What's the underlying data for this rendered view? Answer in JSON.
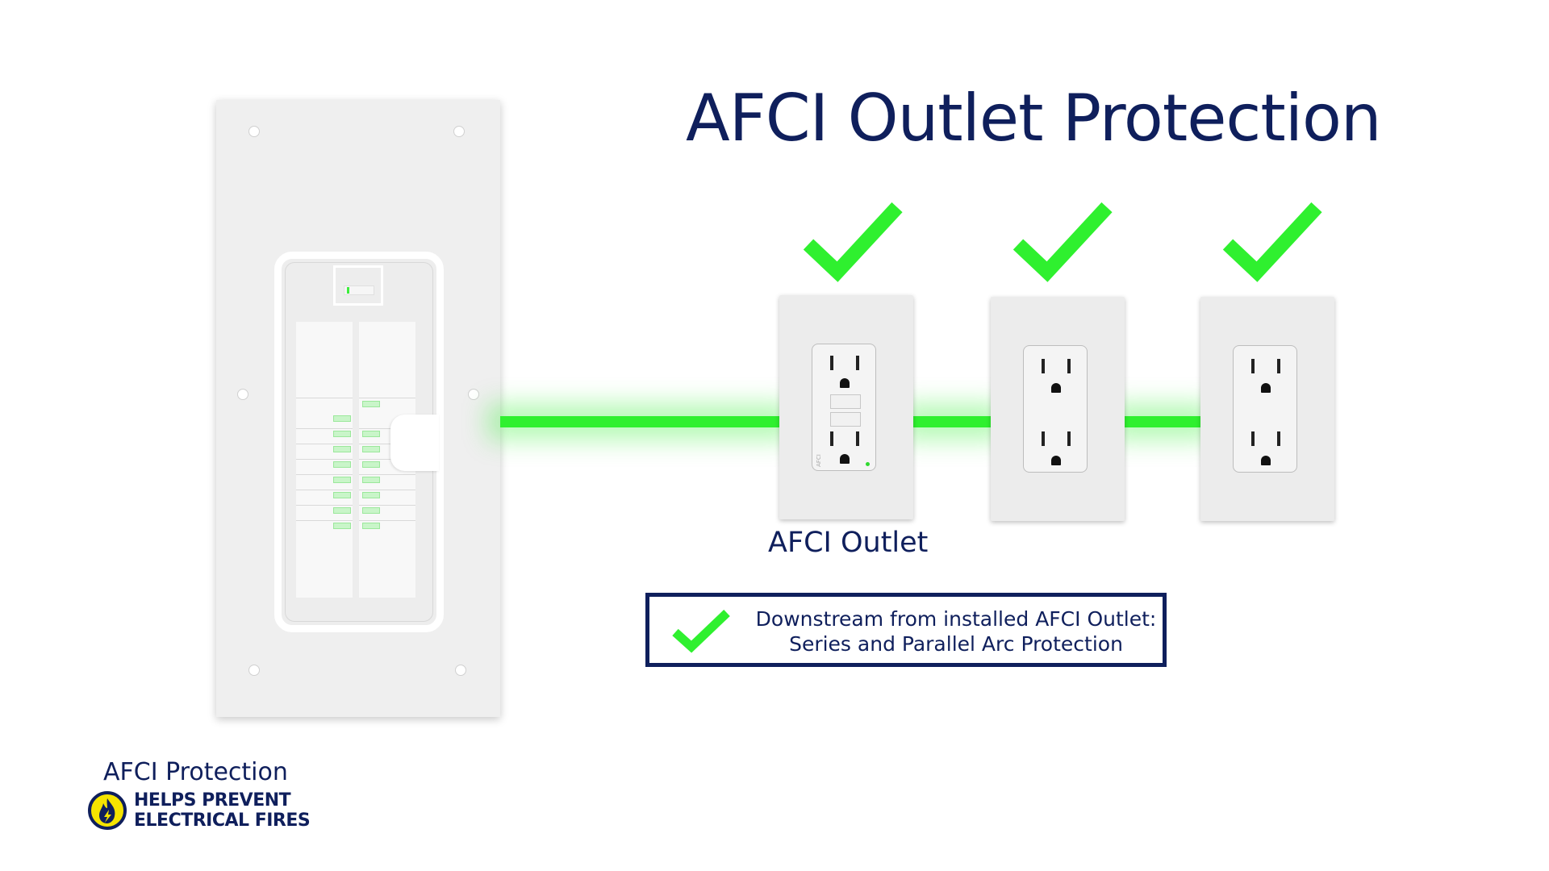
{
  "title": "AFCI Outlet Protection",
  "outlet_label": "AFCI Outlet",
  "outlet_tiny_text": "AFCI",
  "info_box": {
    "line1": "Downstream from installed AFCI Outlet:",
    "line2": "Series and Parallel Arc Protection"
  },
  "badge": {
    "title": "AFCI Protection",
    "line1": "HELPS PREVENT",
    "line2": "ELECTRICAL FIRES"
  },
  "colors": {
    "navy": "#0f1f5c",
    "green": "#2ff02f",
    "badge_yellow": "#f5e400"
  },
  "icons": [
    "checkmark-icon",
    "fire-icon"
  ]
}
